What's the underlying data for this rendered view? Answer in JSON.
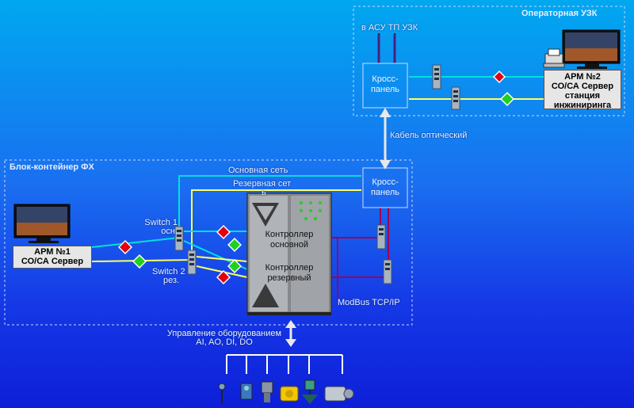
{
  "operator_zone": {
    "title": "Операторная УЗК",
    "upstream_label": "в АСУ ТП УЗК",
    "cross_panel": [
      "Кросс-",
      "панель"
    ],
    "arm2": [
      "АРМ №2",
      "СО/СА Сервер",
      "станция",
      "инжиниринга"
    ]
  },
  "fiber_label": "Кабель оптический",
  "container_zone": {
    "title": "Блок-контейнер ФХ",
    "main_net_label": "Основная сеть",
    "backup_net_label": [
      "Резервная сет",
      "ь"
    ],
    "cross_panel": [
      "Кросс-",
      "панель"
    ],
    "arm1": [
      "АРМ №1",
      "СО/СА Сервер"
    ],
    "switch1": [
      "Switch 1",
      "осн."
    ],
    "switch2": [
      "Switch 2",
      "рез."
    ],
    "controller_main": [
      "Контроллер",
      "основной"
    ],
    "controller_backup": [
      "Контроллер",
      "резервный"
    ],
    "modbus_label": "ModBus TCP/IP"
  },
  "equipment_control": [
    "Управление оборудованием",
    "AI, AO, DI, DO"
  ],
  "colors": {
    "main_net": "#00e0e0",
    "backup_net": "#ffff60",
    "diamond_red": "#e00010",
    "diamond_green": "#20d020",
    "modbus": "#a00050",
    "upstream": "#4a2080"
  }
}
